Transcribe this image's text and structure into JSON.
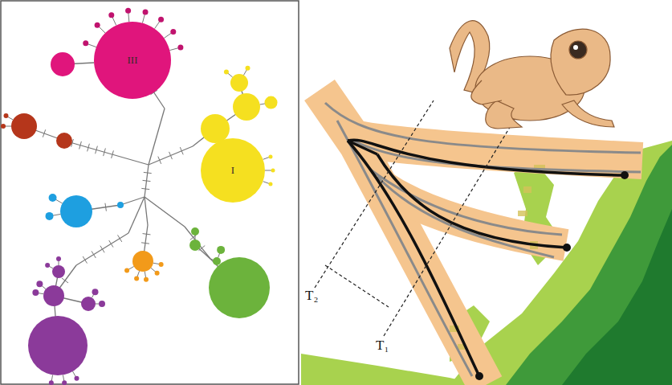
{
  "diagram": {
    "nodes": [
      {
        "text": [
          "III"
        ]
      },
      {
        "text": [
          "I"
        ]
      }
    ],
    "labels": [
      "T₂",
      "T₁"
    ]
  }
}
